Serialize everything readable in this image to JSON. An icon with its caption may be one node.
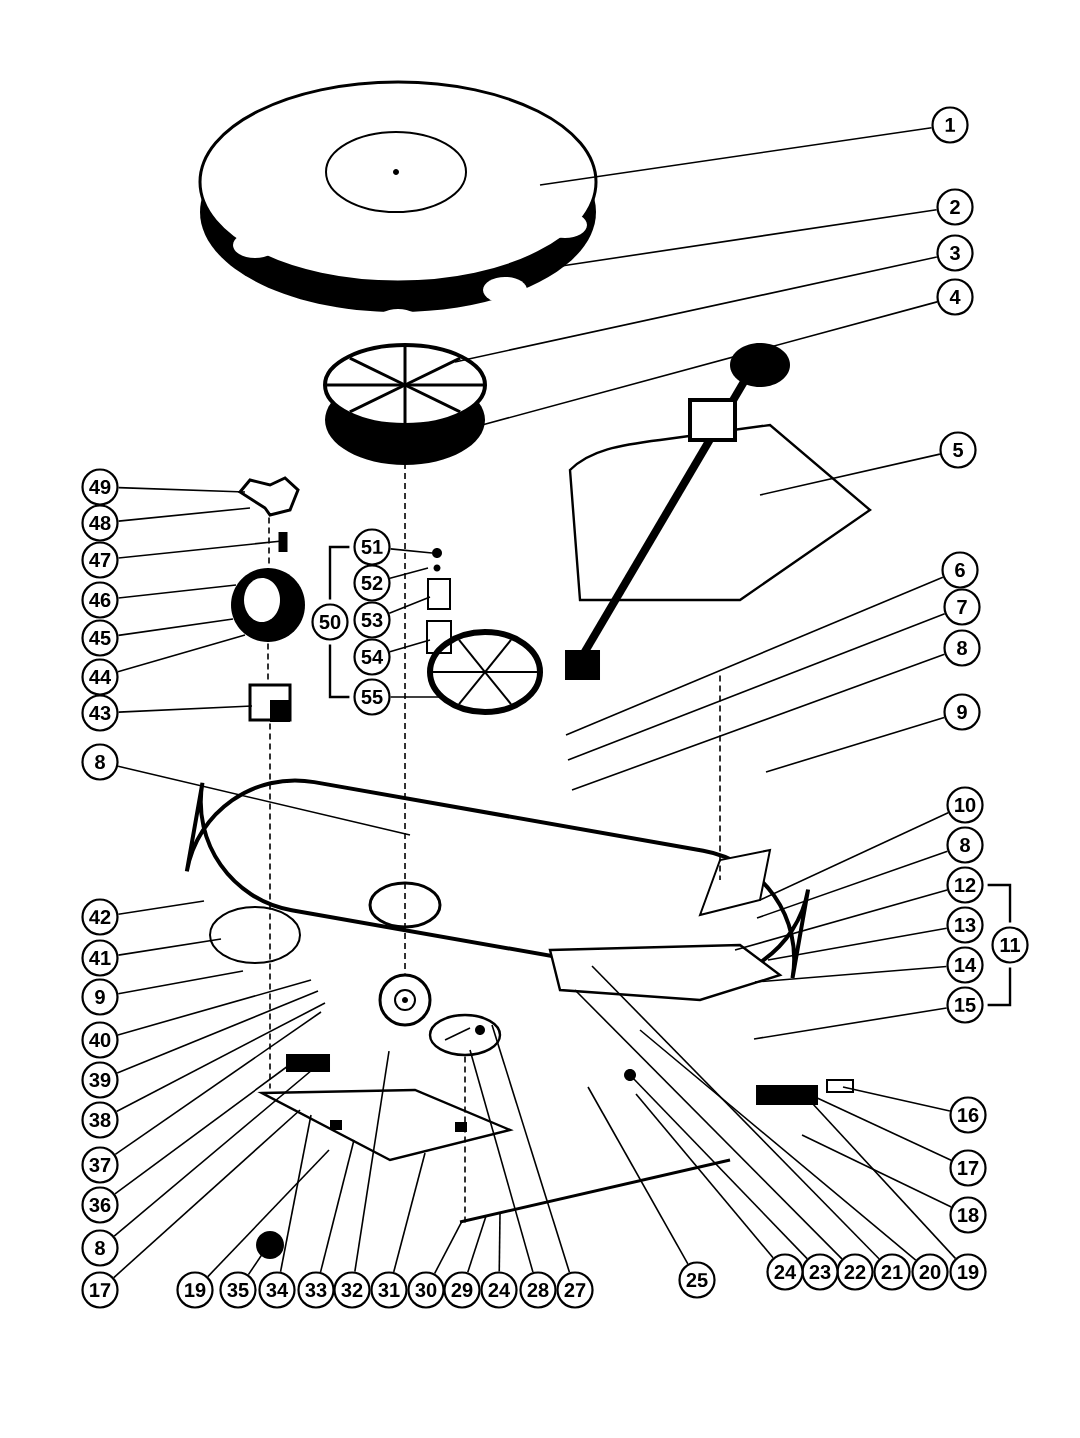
{
  "diagram": {
    "nodes": [
      {
        "text": [
          "1"
        ]
      },
      {
        "text": [
          "2"
        ]
      },
      {
        "text": [
          "3"
        ]
      },
      {
        "text": [
          "4"
        ]
      },
      {
        "text": [
          "5"
        ]
      },
      {
        "text": [
          "6"
        ]
      },
      {
        "text": [
          "7"
        ]
      },
      {
        "text": [
          "8"
        ]
      },
      {
        "text": [
          "9"
        ]
      },
      {
        "text": [
          "10"
        ]
      },
      {
        "text": [
          "8"
        ]
      },
      {
        "text": [
          "12"
        ]
      },
      {
        "text": [
          "13"
        ]
      },
      {
        "text": [
          "14"
        ]
      },
      {
        "text": [
          "15"
        ]
      },
      {
        "text": [
          "11"
        ]
      },
      {
        "text": [
          "16"
        ]
      },
      {
        "text": [
          "17"
        ]
      },
      {
        "text": [
          "18"
        ]
      },
      {
        "text": [
          "19"
        ]
      },
      {
        "text": [
          "20"
        ]
      },
      {
        "text": [
          "21"
        ]
      },
      {
        "text": [
          "22"
        ]
      },
      {
        "text": [
          "23"
        ]
      },
      {
        "text": [
          "24"
        ]
      },
      {
        "text": [
          "25"
        ]
      },
      {
        "text": [
          "49"
        ]
      },
      {
        "text": [
          "48"
        ]
      },
      {
        "text": [
          "47"
        ]
      },
      {
        "text": [
          "46"
        ]
      },
      {
        "text": [
          "45"
        ]
      },
      {
        "text": [
          "44"
        ]
      },
      {
        "text": [
          "43"
        ]
      },
      {
        "text": [
          "50"
        ]
      },
      {
        "text": [
          "51"
        ]
      },
      {
        "text": [
          "52"
        ]
      },
      {
        "text": [
          "53"
        ]
      },
      {
        "text": [
          "54"
        ]
      },
      {
        "text": [
          "55"
        ]
      },
      {
        "text": [
          "8"
        ]
      },
      {
        "text": [
          "42"
        ]
      },
      {
        "text": [
          "41"
        ]
      },
      {
        "text": [
          "9"
        ]
      },
      {
        "text": [
          "40"
        ]
      },
      {
        "text": [
          "39"
        ]
      },
      {
        "text": [
          "38"
        ]
      },
      {
        "text": [
          "37"
        ]
      },
      {
        "text": [
          "36"
        ]
      },
      {
        "text": [
          "8"
        ]
      },
      {
        "text": [
          "17"
        ]
      },
      {
        "text": [
          "19"
        ]
      },
      {
        "text": [
          "35"
        ]
      },
      {
        "text": [
          "34"
        ]
      },
      {
        "text": [
          "33"
        ]
      },
      {
        "text": [
          "32"
        ]
      },
      {
        "text": [
          "31"
        ]
      },
      {
        "text": [
          "30"
        ]
      },
      {
        "text": [
          "29"
        ]
      },
      {
        "text": [
          "24"
        ]
      },
      {
        "text": [
          "28"
        ]
      },
      {
        "text": [
          "27"
        ]
      },
      {
        "text": [],
        "shape": "picture"
      },
      {
        "text": [],
        "shape": "picture"
      },
      {
        "text": [],
        "shape": "picture"
      },
      {
        "text": [],
        "shape": "picture"
      },
      {
        "text": [],
        "shape": "bar"
      },
      {
        "text": [],
        "shape": "picture"
      },
      {
        "text": [],
        "shape": "picture"
      },
      {
        "text": [],
        "shape": "circle"
      },
      {
        "text": [],
        "shape": "circle"
      },
      {
        "text": [],
        "shape": "box"
      },
      {
        "text": [],
        "shape": "box"
      },
      {
        "text": [],
        "shape": "picture"
      },
      {
        "text": [],
        "shape": "picture"
      },
      {
        "text": [],
        "shape": "picture"
      },
      {
        "text": [],
        "shape": "bar"
      },
      {
        "text": [],
        "shape": "box"
      },
      {
        "text": [],
        "shape": "circle"
      },
      {
        "text": [],
        "shape": "bar"
      },
      {
        "text": [],
        "shape": "picture"
      },
      {
        "text": [],
        "shape": "circle"
      },
      {
        "text": [],
        "shape": "picture"
      },
      {
        "text": [],
        "shape": "picture"
      },
      {
        "text": [],
        "shape": "picture"
      }
    ],
    "edges": [
      {
        "from": 0,
        "to": 61,
        "arrow": "none"
      },
      {
        "from": 1,
        "to": 61,
        "arrow": "none"
      },
      {
        "from": 2,
        "to": 62,
        "arrow": "none"
      },
      {
        "from": 3,
        "to": 62,
        "arrow": "none"
      },
      {
        "from": 4,
        "to": 63,
        "arrow": "none"
      },
      {
        "from": 5,
        "to": null,
        "arrow": "none"
      },
      {
        "from": 6,
        "to": null,
        "arrow": "none"
      },
      {
        "from": 7,
        "to": null,
        "arrow": "none"
      },
      {
        "from": 8,
        "to": null,
        "arrow": "none"
      },
      {
        "from": 9,
        "to": 73,
        "arrow": "none"
      },
      {
        "from": 10,
        "to": 73,
        "arrow": "none"
      },
      {
        "from": 11,
        "to": 74,
        "arrow": "none"
      },
      {
        "from": 12,
        "to": 73,
        "arrow": "none"
      },
      {
        "from": 13,
        "to": 74,
        "arrow": "none"
      },
      {
        "from": 14,
        "to": null,
        "arrow": "none"
      },
      {
        "from": 16,
        "to": 76,
        "arrow": "none"
      },
      {
        "from": 17,
        "to": 75,
        "arrow": "none"
      },
      {
        "from": 18,
        "to": null,
        "arrow": "none"
      },
      {
        "from": 19,
        "to": 75,
        "arrow": "none"
      },
      {
        "from": 20,
        "to": null,
        "arrow": "none"
      },
      {
        "from": 21,
        "to": 73,
        "arrow": "none"
      },
      {
        "from": 22,
        "to": 74,
        "arrow": "none"
      },
      {
        "from": 23,
        "to": 77,
        "arrow": "none"
      },
      {
        "from": 24,
        "to": 77,
        "arrow": "none"
      },
      {
        "from": 25,
        "to": null,
        "arrow": "none"
      },
      {
        "from": 26,
        "to": 64,
        "arrow": "none"
      },
      {
        "from": 27,
        "to": 64,
        "arrow": "none"
      },
      {
        "from": 28,
        "to": 65,
        "arrow": "none"
      },
      {
        "from": 29,
        "to": 66,
        "arrow": "none"
      },
      {
        "from": 30,
        "to": 66,
        "arrow": "none"
      },
      {
        "from": 31,
        "to": 66,
        "arrow": "none"
      },
      {
        "from": 32,
        "to": 67,
        "arrow": "none"
      },
      {
        "from": 34,
        "to": 68,
        "arrow": "none"
      },
      {
        "from": 35,
        "to": 69,
        "arrow": "none"
      },
      {
        "from": 36,
        "to": 70,
        "arrow": "none"
      },
      {
        "from": 37,
        "to": 71,
        "arrow": "none"
      },
      {
        "from": 38,
        "to": 72,
        "arrow": "none"
      },
      {
        "from": 39,
        "to": 73,
        "arrow": "none"
      },
      {
        "from": 40,
        "to": 73,
        "arrow": "none"
      },
      {
        "from": 41,
        "to": 73,
        "arrow": "none"
      },
      {
        "from": 42,
        "to": 73,
        "arrow": "none"
      },
      {
        "from": 43,
        "to": 73,
        "arrow": "none"
      },
      {
        "from": 44,
        "to": null,
        "arrow": "none"
      },
      {
        "from": 45,
        "to": null,
        "arrow": "none"
      },
      {
        "from": 46,
        "to": null,
        "arrow": "none"
      },
      {
        "from": 47,
        "to": 78,
        "arrow": "none"
      },
      {
        "from": 48,
        "to": 78,
        "arrow": "none"
      },
      {
        "from": 49,
        "to": 79,
        "arrow": "none"
      },
      {
        "from": 50,
        "to": 79,
        "arrow": "none"
      },
      {
        "from": 51,
        "to": 80,
        "arrow": "none"
      },
      {
        "from": 52,
        "to": 79,
        "arrow": "none"
      },
      {
        "from": 53,
        "to": 79,
        "arrow": "none"
      },
      {
        "from": 54,
        "to": null,
        "arrow": "none"
      },
      {
        "from": 55,
        "to": 79,
        "arrow": "none"
      },
      {
        "from": 56,
        "to": 81,
        "arrow": "none"
      },
      {
        "from": 57,
        "to": 81,
        "arrow": "none"
      },
      {
        "from": 58,
        "to": 81,
        "arrow": "none"
      },
      {
        "from": 59,
        "to": 82,
        "arrow": "none"
      },
      {
        "from": 60,
        "to": 82,
        "arrow": "none"
      },
      {
        "from": 62,
        "to": 83,
        "arrow": "none",
        "style": "dashed"
      },
      {
        "from": 64,
        "to": 66,
        "arrow": "none",
        "style": "dashed"
      },
      {
        "from": 66,
        "to": 67,
        "arrow": "none",
        "style": "dashed"
      },
      {
        "from": 67,
        "to": 79,
        "arrow": "none",
        "style": "dashed"
      },
      {
        "from": 63,
        "to": 73,
        "arrow": "none",
        "style": "dashed"
      },
      {
        "from": 82,
        "to": 81,
        "arrow": "none",
        "style": "dashed"
      }
    ]
  }
}
